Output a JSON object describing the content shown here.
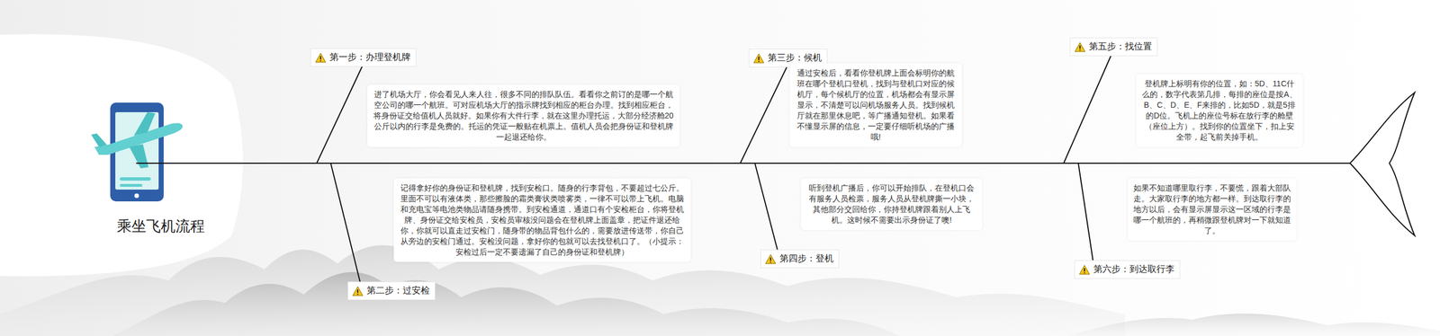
{
  "diagram": {
    "title": "乘坐飞机流程",
    "nodes": [
      {
        "text": [
          "第一步：办理登机牌"
        ]
      },
      {
        "text": [
          "进了机场大厅，你会看见人来人往，很多不同的排队队伍。看看你之前订的是哪一个航空公司的哪一个航班。可对应机场大厅的指示牌找到相应的柜台办理。找到相应柜台，将身份证交给值机人员就好。如果你有大件行李，就在这里办理托运，大部分经济舱20公斤以内的行李是免费的。托运的凭证一般贴在机票上。值机人员会把身份证和登机牌一起退还给你。"
        ]
      },
      {
        "text": [
          "第二步：过安检"
        ]
      },
      {
        "text": [
          "记得拿好你的身份证和登机牌，找到安检口。随身的行李背包，不要超过七公斤。里面不可以有液体类，那些擦脸的霜类膏状类喷雾类，一律不可以带上飞机。电脑和充电宝等电池类物品请随身携带。到安检通道，通道口有个安检柜台，你将登机牌、身份证交给安检员，安检员审核没问题会在登机牌上面盖章，把证件退还给你，你就可以直走过安检门，随身带的物品背包什么的，需要放进传送带，你自己从旁边的安检门通过。安检没问题，拿好你的包就可以去找登机口了。（小提示：安检过后一定不要遗漏了自己的身份证和登机牌）"
        ]
      },
      {
        "text": [
          "第三步：候机"
        ]
      },
      {
        "text": [
          "通过安检后，看看你登机牌上面会标明你的航班在哪个登机口登机，找到与登机口对应的候机厅，每个候机厅的位置，机场都会有显示屏显示，不清楚可以问机场服务人员。找到候机厅就在那里休息吧，等广播通知登机。如果看不懂显示屏的信息，一定要仔细听机场的广播哦!"
        ]
      },
      {
        "text": [
          "第四步：登机"
        ]
      },
      {
        "text": [
          "听到登机广播后，你可以开始排队，在登机口会有服务人员检票，服务人员从登机牌撕一小块，其他部分交回给你，你持登机牌跟着别人上飞机。这时候不需要出示身份证了噢!"
        ]
      },
      {
        "text": [
          "第五步：找位置"
        ]
      },
      {
        "text": [
          "登机牌上标明有你的位置，如：5D、11C什么的，数字代表第几排，每排的座位是按A、B、C、D、E、F来排的，比如5D，就是5排的D位。飞机上的座位号标在放行李的舱壁（座位上方）。找到你的位置坐下，扣上安全带，起飞前关掉手机。"
        ]
      },
      {
        "text": [
          "第六步：到达取行李"
        ]
      },
      {
        "text": [
          "如果不知道哪里取行李，不要慌，跟着大部队走。大家取行李的地方都一样。到达取行李的地方以后，会有显示屏显示这一区域的行李是哪一个航班的，再稍微跟登机牌对一下就知道了。"
        ]
      }
    ]
  }
}
